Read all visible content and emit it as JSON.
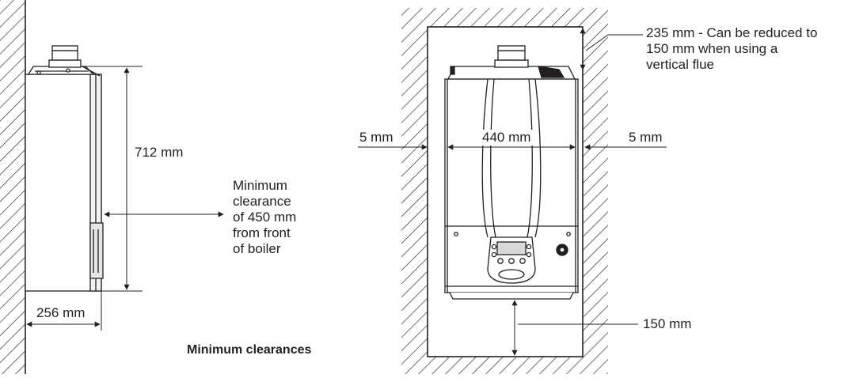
{
  "labels": {
    "height_712": "712 mm",
    "front_clearance": [
      "Minimum",
      "clearance",
      "of 450 mm",
      "from front",
      "of boiler"
    ],
    "depth_256": "256 mm",
    "title": "Minimum clearances",
    "left_gap": "5 mm",
    "width_440": "440 mm",
    "right_gap": "5 mm",
    "top_clearance": [
      "235 mm - Can be reduced to",
      "150 mm when using a",
      "vertical flue"
    ],
    "bottom_clearance": "150 mm"
  },
  "colors": {
    "ink": "#231f20",
    "boiler_fill": "#ffffff",
    "panel_shade": "#f2f2f2",
    "display_fill": "#d9d9d9"
  }
}
